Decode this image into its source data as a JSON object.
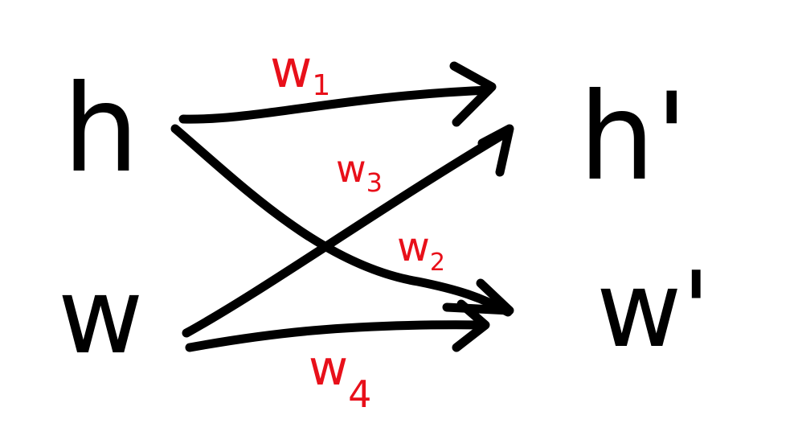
{
  "diagram": {
    "nodes": {
      "h": "h",
      "w": "w",
      "h_prime": "h'",
      "w_prime": "w'"
    },
    "weights": {
      "w1": {
        "symbol": "w",
        "sub": "1"
      },
      "w2": {
        "symbol": "w",
        "sub": "2"
      },
      "w3": {
        "symbol": "w",
        "sub": "3"
      },
      "w4": {
        "symbol": "w",
        "sub": "4"
      }
    },
    "edges": [
      {
        "from": "h",
        "to": "h_prime",
        "weight": "w1"
      },
      {
        "from": "h",
        "to": "w_prime",
        "weight": "w2"
      },
      {
        "from": "w",
        "to": "h_prime",
        "weight": "w3"
      },
      {
        "from": "w",
        "to": "w_prime",
        "weight": "w4"
      }
    ]
  },
  "colors": {
    "ink": "#000000",
    "weight_ink": "#e8101a",
    "background": "#ffffff"
  }
}
